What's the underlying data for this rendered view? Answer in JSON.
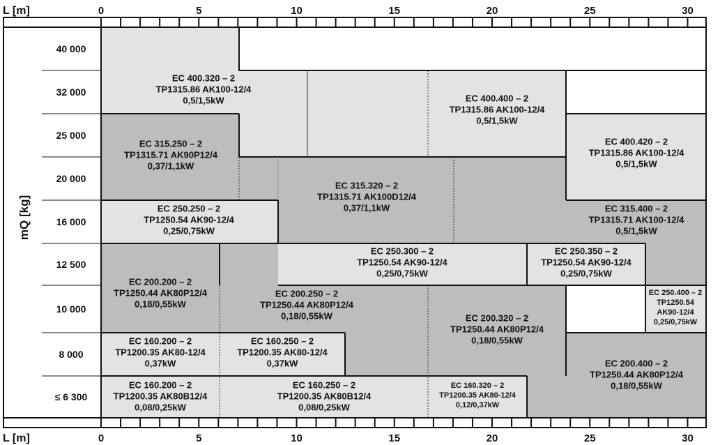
{
  "axis": {
    "top_label": "L [m]",
    "bottom_label": "L [m]",
    "ticks": [
      {
        "v": 0,
        "label": "0"
      },
      {
        "v": 5,
        "label": "5"
      },
      {
        "v": 10,
        "label": "10"
      },
      {
        "v": 15,
        "label": "15"
      },
      {
        "v": 20,
        "label": "20"
      },
      {
        "v": 25,
        "label": "25"
      },
      {
        "v": 30,
        "label": "30"
      }
    ],
    "max_length": 32,
    "y_label": "mQ [kg]"
  },
  "rows": [
    {
      "label": "40 000"
    },
    {
      "label": "32 000"
    },
    {
      "label": "25 000"
    },
    {
      "label": "20 000"
    },
    {
      "label": "16 000"
    },
    {
      "label": "12 500"
    },
    {
      "label": "10 000"
    },
    {
      "label": "8 000"
    },
    {
      "label": "≤ 6 300"
    }
  ],
  "colors": {
    "light": "#e3e3e3",
    "dark": "#bdbdbd",
    "white": "#ffffff",
    "line": "#111111"
  },
  "boxes": [
    {
      "shade": "light",
      "lines": [
        "EC 400.320 – 2",
        "TP1315.86 AK100-12/4",
        "0,5/1,5kW"
      ],
      "fs": 13
    },
    {
      "shade": "light",
      "lines": [
        "EC 400.400 – 2",
        "TP1315.86 AK100-12/4",
        "0,5/1,5kW"
      ],
      "fs": 13
    },
    {
      "shade": "light",
      "lines": [
        "EC 400.420 – 2",
        "TP1315.86 AK100-12/4",
        "0,5/1,5kW"
      ],
      "fs": 13
    },
    {
      "shade": "dark",
      "lines": [
        "EC 315.250 – 2",
        "TP1315.71 AK90P12/4",
        "0,37/1,1kW"
      ],
      "fs": 13
    },
    {
      "shade": "dark",
      "lines": [
        "EC 315.320 – 2",
        "TP1315.71 AK100D12/4",
        "0,37/1,1kW"
      ],
      "fs": 13
    },
    {
      "shade": "dark",
      "lines": [
        "EC 315.400 – 2",
        "TP1315.71 AK100-12/4",
        "0,5/1,5kW"
      ],
      "fs": 13
    },
    {
      "shade": "light",
      "lines": [
        "EC 250.250 – 2",
        "TP1250.54 AK90-12/4",
        "0,25/0,75kW"
      ],
      "fs": 13
    },
    {
      "shade": "light",
      "lines": [
        "EC 250.300 – 2",
        "TP1250.54 AK90-12/4",
        "0,25/0,75kW"
      ],
      "fs": 13
    },
    {
      "shade": "light",
      "lines": [
        "EC 250.350 – 2",
        "TP1250.54 AK90-12/4",
        "0,25/0,75kW"
      ],
      "fs": 13
    },
    {
      "shade": "light",
      "lines": [
        "EC 250.400 – 2",
        "TP1250.54",
        "AK90-12/4",
        "0,25/0,75kW"
      ],
      "fs": 11
    },
    {
      "shade": "dark",
      "lines": [
        "EC 200.200 – 2",
        "TP1250.44 AK80P12/4",
        "0,18/0,55kW"
      ],
      "fs": 13
    },
    {
      "shade": "dark",
      "lines": [
        "EC 200.250 – 2",
        "TP1250.44 AK80P12/4",
        "0,18/0,55kW"
      ],
      "fs": 13
    },
    {
      "shade": "dark",
      "lines": [
        "EC 200.320 – 2",
        "TP1250.44 AK80P12/4",
        "0,18/0,55kW"
      ],
      "fs": 13
    },
    {
      "shade": "dark",
      "lines": [
        "EC 200.400 – 2",
        "TP1250.44 AK80P12/4",
        "0,18/0,55kW"
      ],
      "fs": 13
    },
    {
      "shade": "light",
      "lines": [
        "EC 160.200 – 2",
        "TP1200.35 AK80-12/4",
        "0,37kW"
      ],
      "fs": 13
    },
    {
      "shade": "light",
      "lines": [
        "EC 160.250 – 2",
        "TP1200.35 AK80-12/4",
        "0,37kW"
      ],
      "fs": 13
    },
    {
      "shade": "light",
      "lines": [
        "EC 160.200 – 2",
        "TP1200.35 AK80B12/4",
        "0,08/0,25kW"
      ],
      "fs": 13
    },
    {
      "shade": "light",
      "lines": [
        "EC 160.250 – 2",
        "TP1200.35 AK80B12/4",
        "0,08/0,25kW"
      ],
      "fs": 13
    },
    {
      "shade": "light",
      "lines": [
        "EC 160.320 – 2",
        "TP1200.35 AK80-12/4",
        "0,12/0,37kW"
      ],
      "fs": 11
    }
  ]
}
